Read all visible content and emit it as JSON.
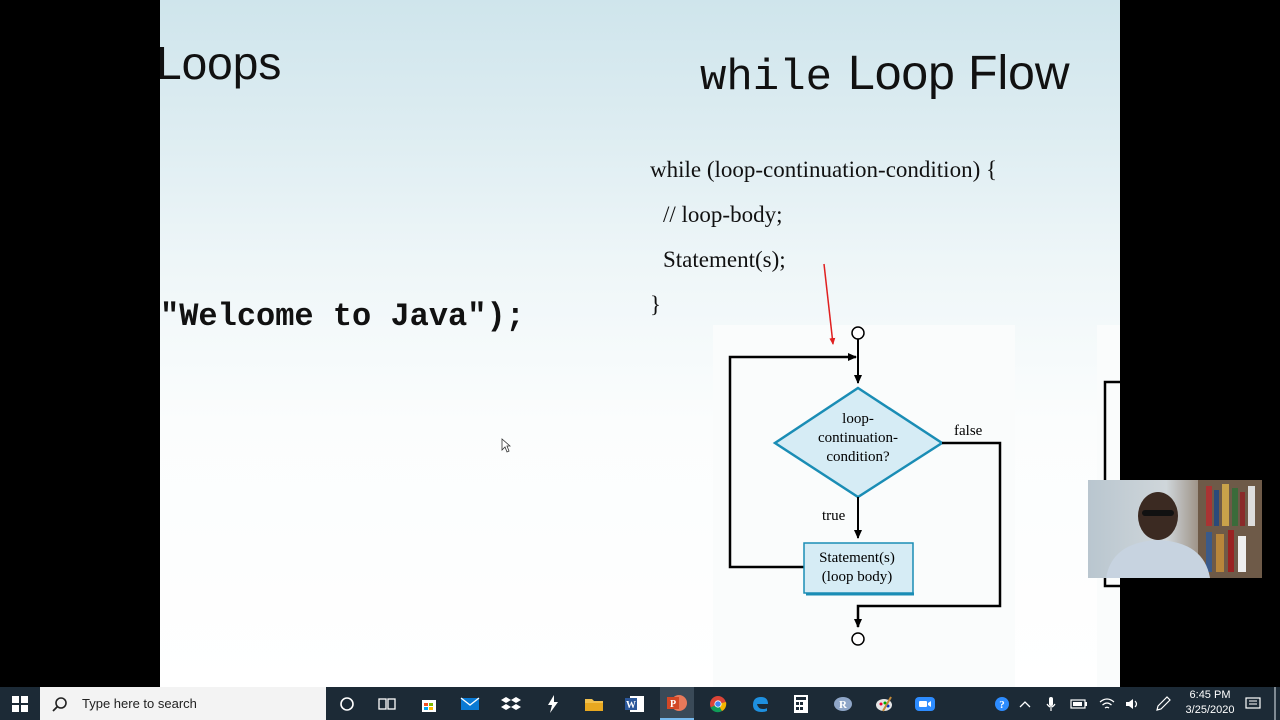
{
  "slide": {
    "left_title": "Loops",
    "right_title_keyword": "while",
    "right_title_rest": "Loop Flow",
    "left_code": "\"Welcome to Java\");",
    "code_lines": [
      "while (loop-continuation-condition) {",
      "// loop-body;",
      "Statement(s);",
      "}"
    ],
    "flowchart": {
      "condition_lines": [
        "loop-",
        "continuation-",
        "condition?"
      ],
      "true_label": "true",
      "false_label": "false",
      "statement_lines": [
        "Statement(s)",
        "(loop body)"
      ],
      "colors": {
        "diamond_fill": "#d6ecf5",
        "diamond_stroke": "#1a8db5",
        "box_fill": "#d6ecf5",
        "arrow": "#000000",
        "pointer": "#e02020"
      }
    }
  },
  "taskbar": {
    "search_placeholder": "Type here to search",
    "time": "6:45 PM",
    "date": "3/25/2020",
    "apps": [
      "cortana-circle-icon",
      "task-view-icon",
      "store-icon",
      "mail-icon",
      "dropbox-icon",
      "bolt-icon",
      "file-explorer-icon",
      "word-icon",
      "powerpoint-icon",
      "chrome-icon",
      "edge-icon",
      "calculator-icon",
      "r-icon",
      "paint-icon",
      "zoom-icon"
    ]
  }
}
